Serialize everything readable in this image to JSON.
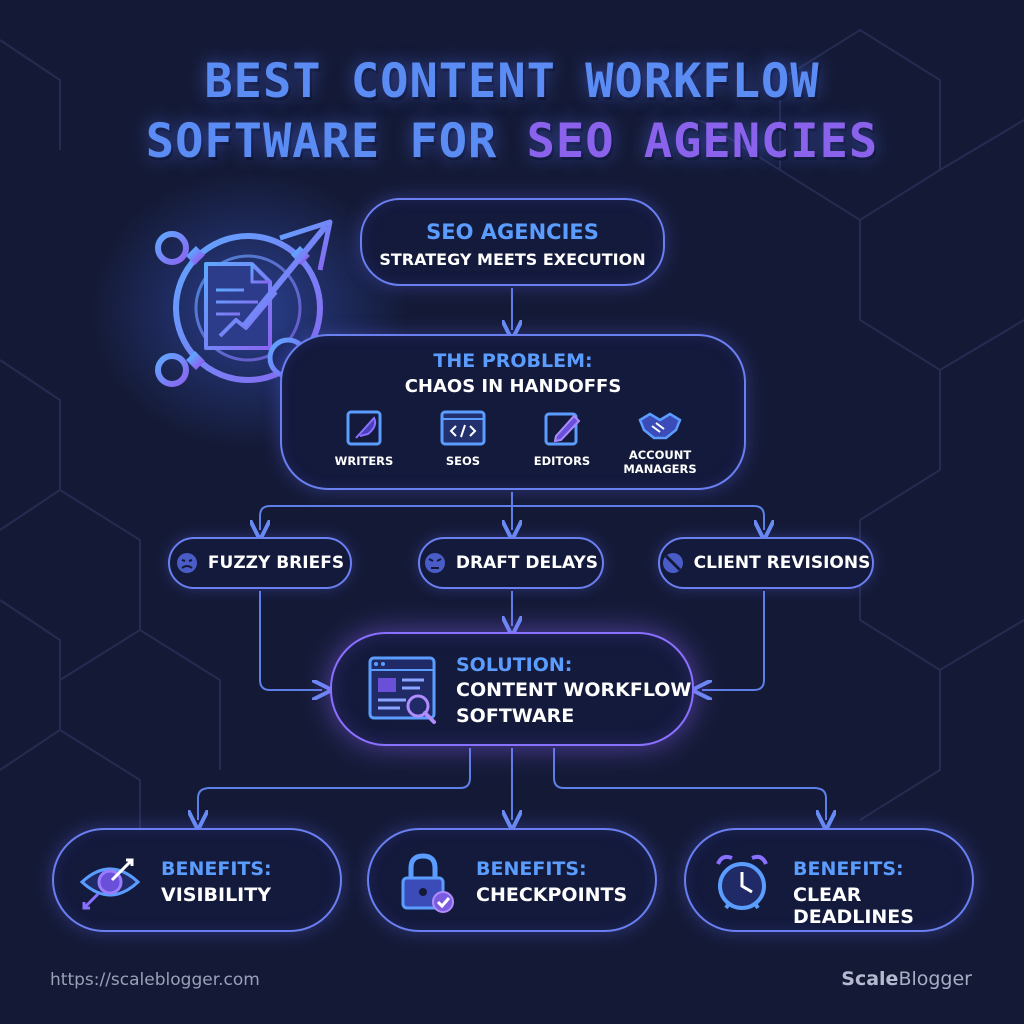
{
  "title": {
    "line1": "BEST CONTENT WORKFLOW",
    "line2_part1": "SOFTWARE FOR ",
    "line2_part2": "SEO AGENCIES"
  },
  "nodes": {
    "seo_agencies": {
      "heading": "SEO AGENCIES",
      "subheading": "STRATEGY MEETS EXECUTION"
    },
    "problem": {
      "heading": "THE PROBLEM:",
      "subheading": "CHAOS IN HANDOFFS",
      "roles": [
        {
          "label": "WRITERS",
          "icon": "feather-icon"
        },
        {
          "label": "SEOS",
          "icon": "code-window-icon"
        },
        {
          "label": "EDITORS",
          "icon": "pencil-icon"
        },
        {
          "label": "ACCOUNT MANAGERS",
          "icon": "handshake-icon"
        }
      ]
    },
    "issues": [
      {
        "label": "FUZZY BRIEFS",
        "icon": "frown-face-icon"
      },
      {
        "label": "DRAFT DELAYS",
        "icon": "angry-face-icon"
      },
      {
        "label": "CLIENT REVISIONS",
        "icon": "no-entry-icon"
      }
    ],
    "solution": {
      "heading": "SOLUTION:",
      "subheading_line1": "CONTENT WORKFLOW",
      "subheading_line2": "SOFTWARE"
    },
    "benefits": [
      {
        "heading": "BENEFITS:",
        "label": "VISIBILITY",
        "icon": "eye-target-icon"
      },
      {
        "heading": "BENEFITS:",
        "label": "CHECKPOINTS",
        "icon": "padlock-check-icon"
      },
      {
        "heading": "BENEFITS:",
        "label": "CLEAR DEADLINES",
        "icon": "alarm-clock-icon"
      }
    ]
  },
  "footer": {
    "url": "https://scaleblogger.com",
    "brand_bold": "Scale",
    "brand_regular": "Blogger"
  },
  "colors": {
    "background": "#141a36",
    "accent_blue": "#5b9dff",
    "accent_purple": "#8a62ec",
    "border": "#6a7ff0"
  }
}
